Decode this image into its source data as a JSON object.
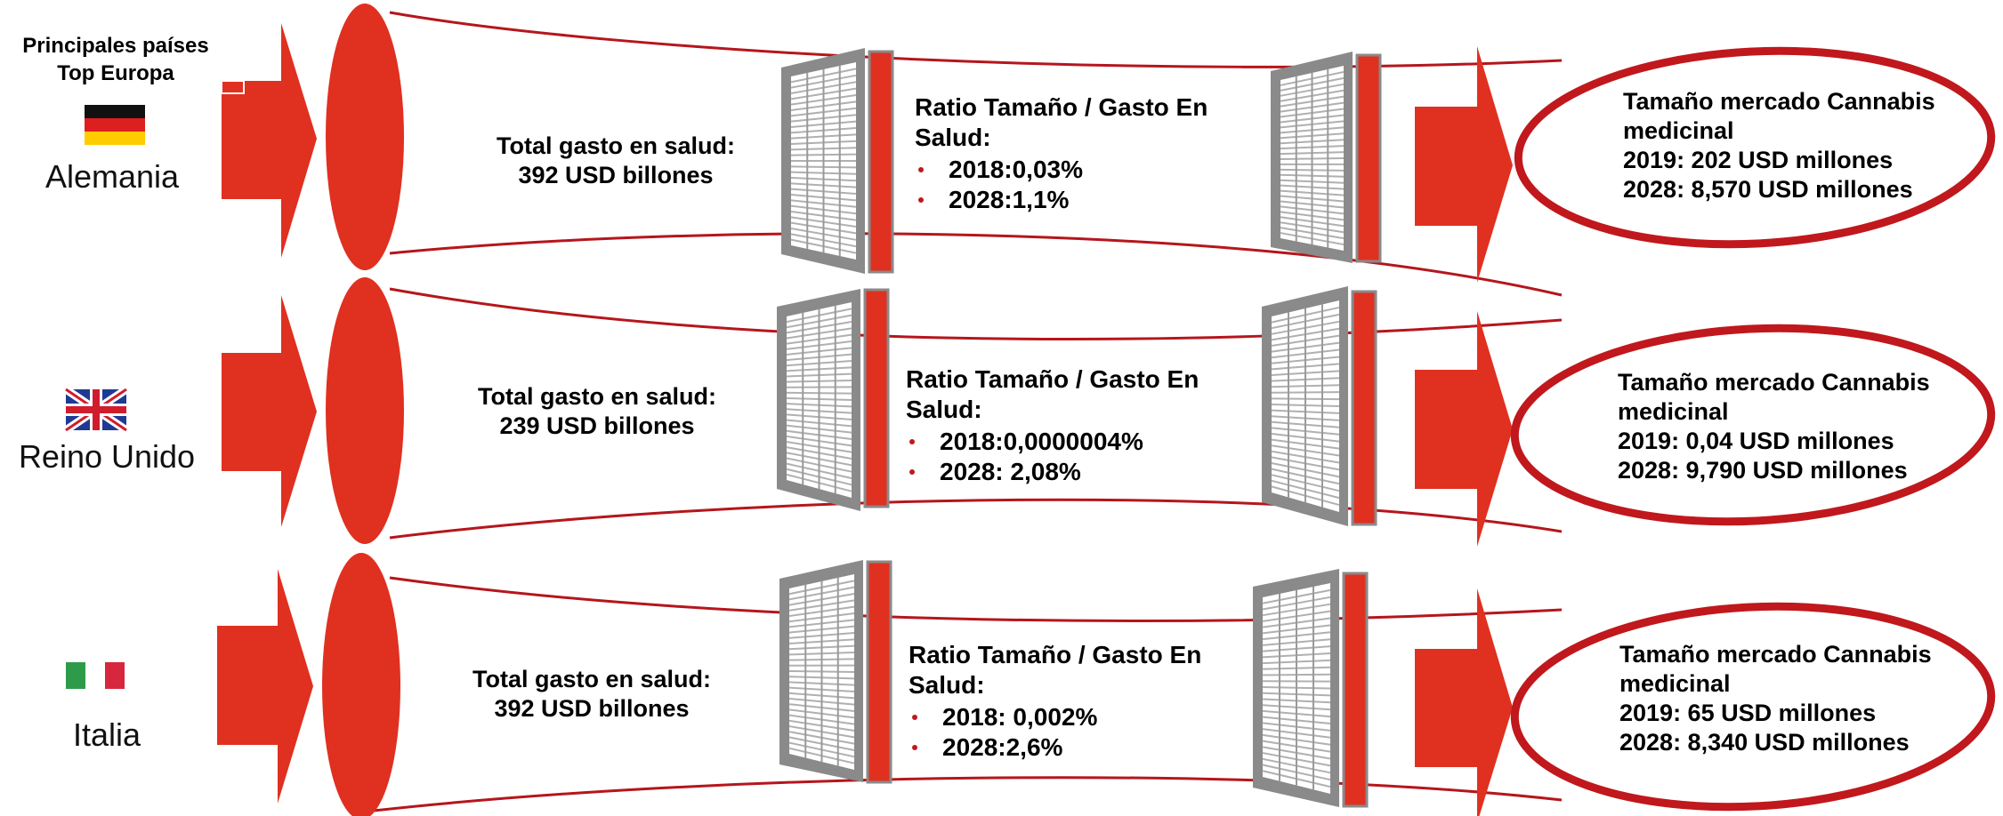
{
  "header": {
    "line1": "Principales países",
    "line2": "Top Europa"
  },
  "colors": {
    "accent_red": "#e03020",
    "dark_red": "#c0181c",
    "rack_gray": "#8a8a8a"
  },
  "rows": [
    {
      "country": "Alemania",
      "flag": "germany-flag",
      "spend_label": "Total gasto en salud:",
      "spend_value": "392 USD billones",
      "ratio_title": "Ratio Tamaño / Gasto En Salud:",
      "ratio_items": [
        "2018:0,03%",
        "2028:1,1%"
      ],
      "market_title": "Tamaño mercado Cannabis medicinal",
      "market_2019": "2019: 202 USD millones",
      "market_2028": "2028: 8,570 USD millones"
    },
    {
      "country": "Reino Unido",
      "flag": "uk-flag",
      "spend_label": "Total gasto en salud:",
      "spend_value": "239 USD billones",
      "ratio_title": "Ratio Tamaño / Gasto En Salud:",
      "ratio_items": [
        "2018:0,0000004%",
        "2028: 2,08%"
      ],
      "market_title": "Tamaño mercado Cannabis medicinal",
      "market_2019": "2019: 0,04 USD millones",
      "market_2028": "2028: 9,790 USD millones"
    },
    {
      "country": "Italia",
      "flag": "italy-flag",
      "spend_label": "Total gasto en salud:",
      "spend_value": "392 USD billones",
      "ratio_title": "Ratio Tamaño / Gasto En Salud:",
      "ratio_items": [
        "2018: 0,002%",
        "2028:2,6%"
      ],
      "market_title": "Tamaño mercado Cannabis medicinal",
      "market_2019": "2019: 65 USD millones",
      "market_2028": "2028: 8,340 USD millones"
    }
  ]
}
